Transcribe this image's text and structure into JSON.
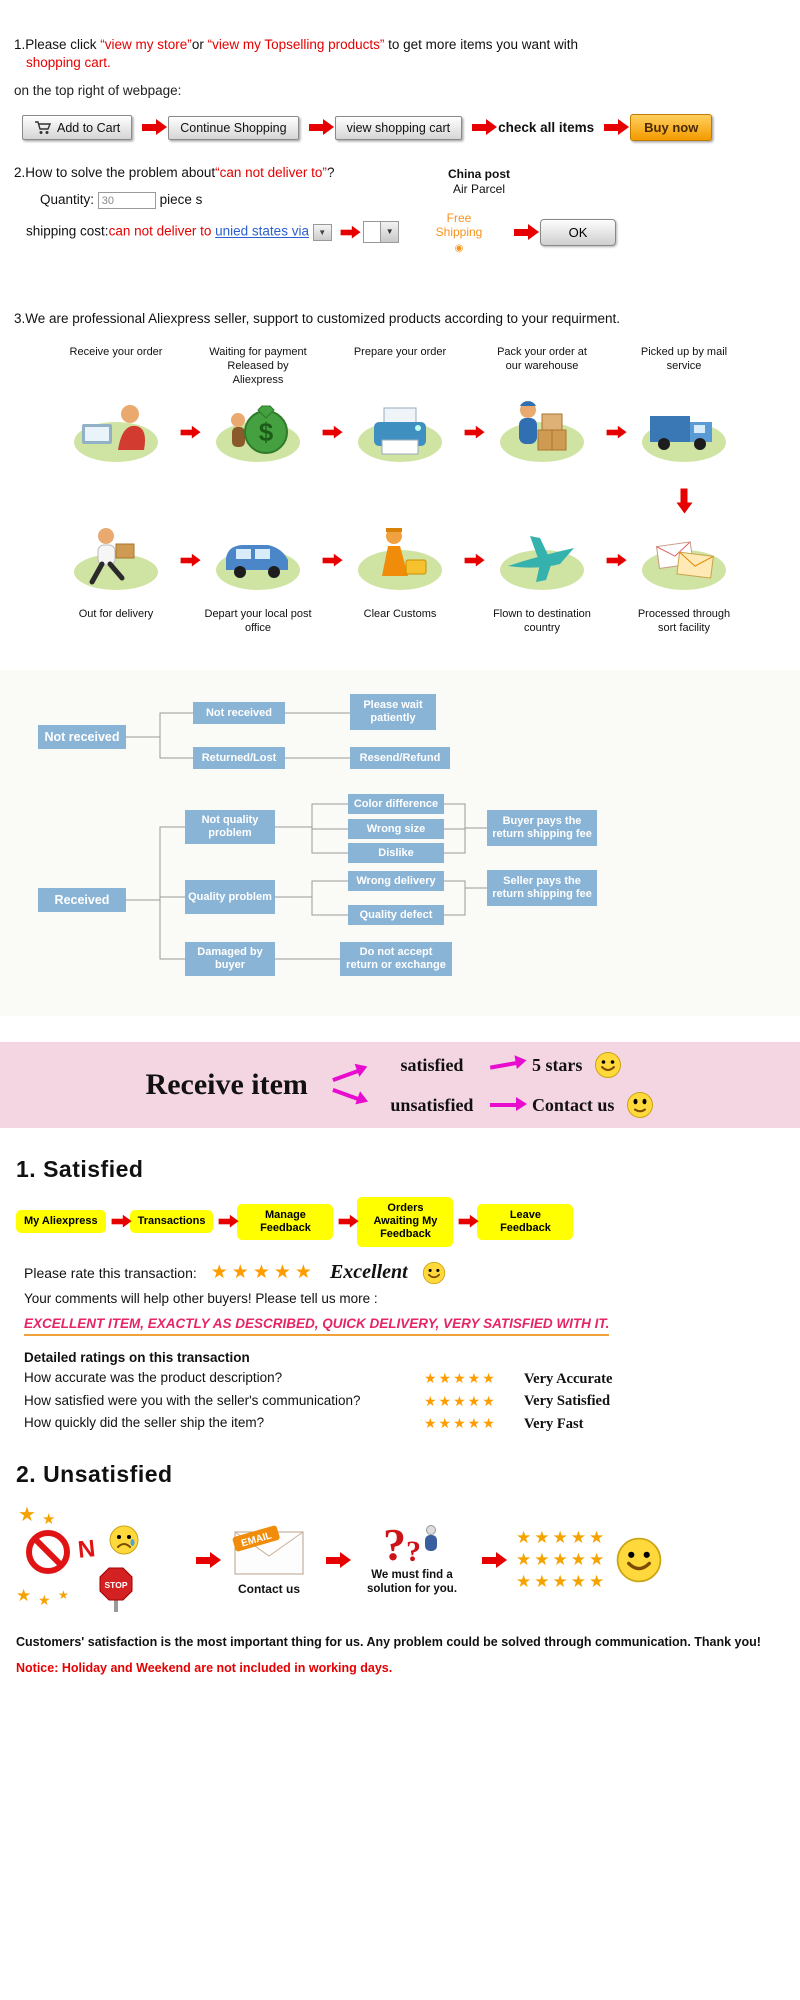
{
  "s1": {
    "t1": "1.Please click ",
    "q1": "“view my store”",
    "t2": "or ",
    "q2": "“view my Topselling products”",
    "t3": " to get more items you want with",
    "t4": "shopping cart.",
    "t5": "on the top right of webpage:",
    "add_to_cart": "Add to Cart",
    "continue_shopping": "Continue Shopping",
    "view_cart": "view shopping cart",
    "check_all": "check all items",
    "buy_now": "Buy now"
  },
  "s2": {
    "h_pre": "2.How to solve the problem about",
    "h_quote": "“can not deliver to”",
    "h_suf": "?",
    "qty_label": "Quantity:",
    "qty_value": "30",
    "qty_unit": "piece s",
    "ship_label": "shipping cost:",
    "ship_red": "can not deliver to ",
    "ship_link": "unied states via",
    "china_post": "China post",
    "air_parcel": "Air Parcel",
    "free_shipping": "Free Shipping",
    "ok": "OK"
  },
  "s3": {
    "heading": "3.We are professional Aliexpress seller, support to customized products according to your requirment.",
    "top": [
      "Receive your order",
      "Waiting for payment Released by Aliexpress",
      "Prepare your order",
      "Pack your order at our warehouse",
      "Picked up by mail service"
    ],
    "bottom": [
      "Out for delivery",
      "Depart your local post office",
      "Clear Customs",
      "Flown to destination country",
      "Processed through sort facility"
    ]
  },
  "flow": {
    "not_received_root": "Not received",
    "received_root": "Received",
    "not_received": "Not received",
    "returned_lost": "Returned/Lost",
    "wait": "Please wait patiently",
    "resend": "Resend/Refund",
    "not_quality": "Not quality problem",
    "quality": "Quality problem",
    "damaged": "Damaged by buyer",
    "color_diff": "Color difference",
    "wrong_size": "Wrong size",
    "dislike": "Dislike",
    "wrong_delivery": "Wrong delivery",
    "quality_defect": "Quality defect",
    "no_accept": "Do not accept return or exchange",
    "buyer_pays": "Buyer pays the return shipping fee",
    "seller_pays": "Seller pays the return shipping fee"
  },
  "banner": {
    "title": "Receive item",
    "satisfied": "satisfied",
    "unsatisfied": "unsatisfied",
    "five_stars": "5 stars",
    "contact_us": "Contact us"
  },
  "sat": {
    "heading": "1. Satisfied",
    "nav": [
      "My Aliexpress",
      "Transactions",
      "Manage Feedback",
      "Orders Awaiting My Feedback",
      "Leave Feedback"
    ],
    "rate_label": "Please rate this transaction:",
    "excellent": "Excellent",
    "comments": "Your comments will help other buyers! Please tell us more :",
    "red_line": "EXCELLENT ITEM, EXACTLY AS DESCRIBED, QUICK DELIVERY, VERY SATISFIED WITH IT.",
    "detail_heading": "Detailed ratings on this transaction",
    "ratings": [
      {
        "q": "How accurate was the product description?",
        "a": "Very Accurate"
      },
      {
        "q": "How satisfied were you with the seller's communication?",
        "a": "Very Satisfied"
      },
      {
        "q": "How quickly did the seller ship the item?",
        "a": "Very Fast"
      }
    ]
  },
  "unsat": {
    "heading": "2. Unsatisfied",
    "n": "N",
    "stop": "STOP",
    "email": "EMAIL",
    "contact": "Contact us",
    "solution": "We must find a solution for you."
  },
  "footer": {
    "line1": "Customers' satisfaction is the most important thing for us. Any problem could be solved through communication. Thank you!",
    "notice": "Notice: Holiday and Weekend are not included in working days."
  },
  "icons": {
    "stars5": "★★★★★",
    "star": "★",
    "caret_down": "▼",
    "target": "◉",
    "qmark": "?"
  },
  "colors": {
    "arrow_red": "#e60000",
    "arrow_magenta": "#e80ccf",
    "flow_box_blue": "#8ab4d6",
    "nav_yellow": "#ffff00",
    "banner_pink": "#f4d6e2",
    "star_orange": "#ff9c00",
    "link_blue": "#2b5fcf",
    "highlight_red": "#e62565",
    "free_shipping_orange": "#f7931e"
  }
}
